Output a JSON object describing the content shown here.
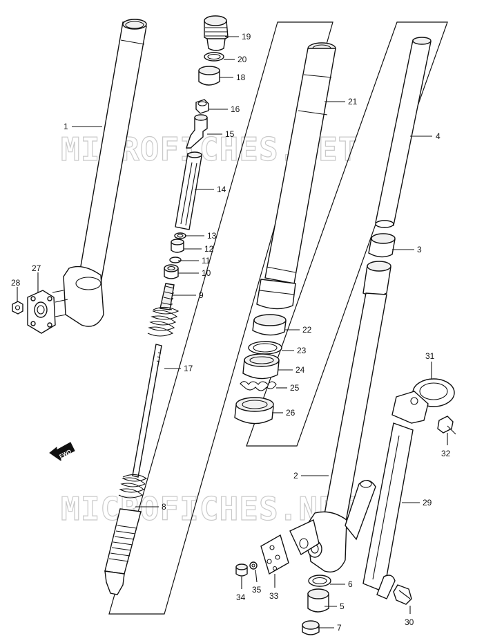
{
  "watermark": {
    "text": "MICROFICHES.NET",
    "color": "#c9c9c9"
  },
  "direction_badge": {
    "label": "FWD",
    "icon": "forward-arrow-icon"
  },
  "callouts": [
    {
      "id": "1",
      "label": "1"
    },
    {
      "id": "2",
      "label": "2"
    },
    {
      "id": "3",
      "label": "3"
    },
    {
      "id": "4",
      "label": "4"
    },
    {
      "id": "5",
      "label": "5"
    },
    {
      "id": "6",
      "label": "6"
    },
    {
      "id": "7",
      "label": "7"
    },
    {
      "id": "8",
      "label": "8"
    },
    {
      "id": "9",
      "label": "9"
    },
    {
      "id": "10",
      "label": "10"
    },
    {
      "id": "11",
      "label": "11"
    },
    {
      "id": "12",
      "label": "12"
    },
    {
      "id": "13",
      "label": "13"
    },
    {
      "id": "14",
      "label": "14"
    },
    {
      "id": "15",
      "label": "15"
    },
    {
      "id": "16",
      "label": "16"
    },
    {
      "id": "17",
      "label": "17"
    },
    {
      "id": "18",
      "label": "18"
    },
    {
      "id": "19",
      "label": "19"
    },
    {
      "id": "20",
      "label": "20"
    },
    {
      "id": "21",
      "label": "21"
    },
    {
      "id": "22",
      "label": "22"
    },
    {
      "id": "23",
      "label": "23"
    },
    {
      "id": "24",
      "label": "24"
    },
    {
      "id": "25",
      "label": "25"
    },
    {
      "id": "26",
      "label": "26"
    },
    {
      "id": "27",
      "label": "27"
    },
    {
      "id": "28",
      "label": "28"
    },
    {
      "id": "29",
      "label": "29"
    },
    {
      "id": "30",
      "label": "30"
    },
    {
      "id": "31",
      "label": "31"
    },
    {
      "id": "32",
      "label": "32"
    },
    {
      "id": "33",
      "label": "33"
    },
    {
      "id": "34",
      "label": "34"
    },
    {
      "id": "35",
      "label": "35"
    }
  ]
}
